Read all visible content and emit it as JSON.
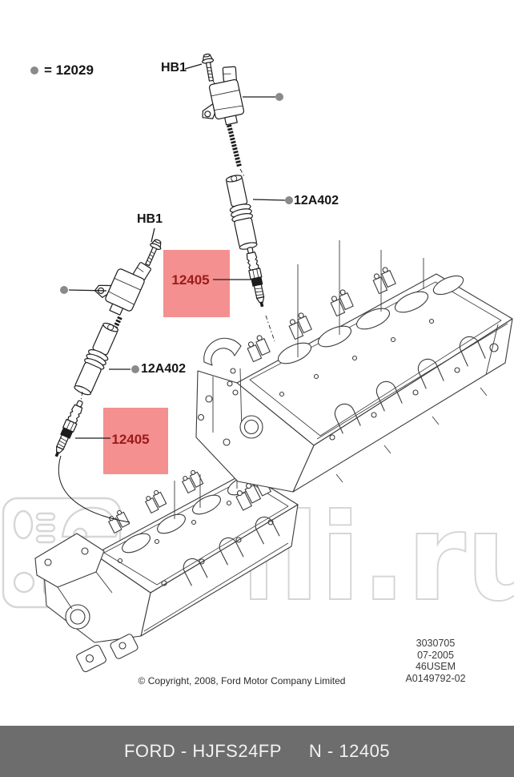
{
  "legend": {
    "symbol": "gray-dot",
    "text": "= 12029"
  },
  "callouts": {
    "bolt": "HB1",
    "boot": "12A402",
    "plug": "12405"
  },
  "watermark": {
    "visible_text": "li.ru",
    "color": "#d6d6d6"
  },
  "doc_info": {
    "lines": [
      "3030705",
      "07-2005",
      "46USEM",
      "A0149792-02"
    ]
  },
  "copyright": "© Copyright, 2008, Ford Motor Company Limited",
  "footer": {
    "left": "FORD - HJFS24FP",
    "right": "N - 12405",
    "bg_color": "#6d6d6d"
  },
  "colors": {
    "highlight_bg": "#f4908f",
    "highlight_text": "#9a1b1b",
    "callout_dot": "#8a8a8a",
    "line_art": "#3a3a3a",
    "watermark": "#d6d6d6"
  }
}
